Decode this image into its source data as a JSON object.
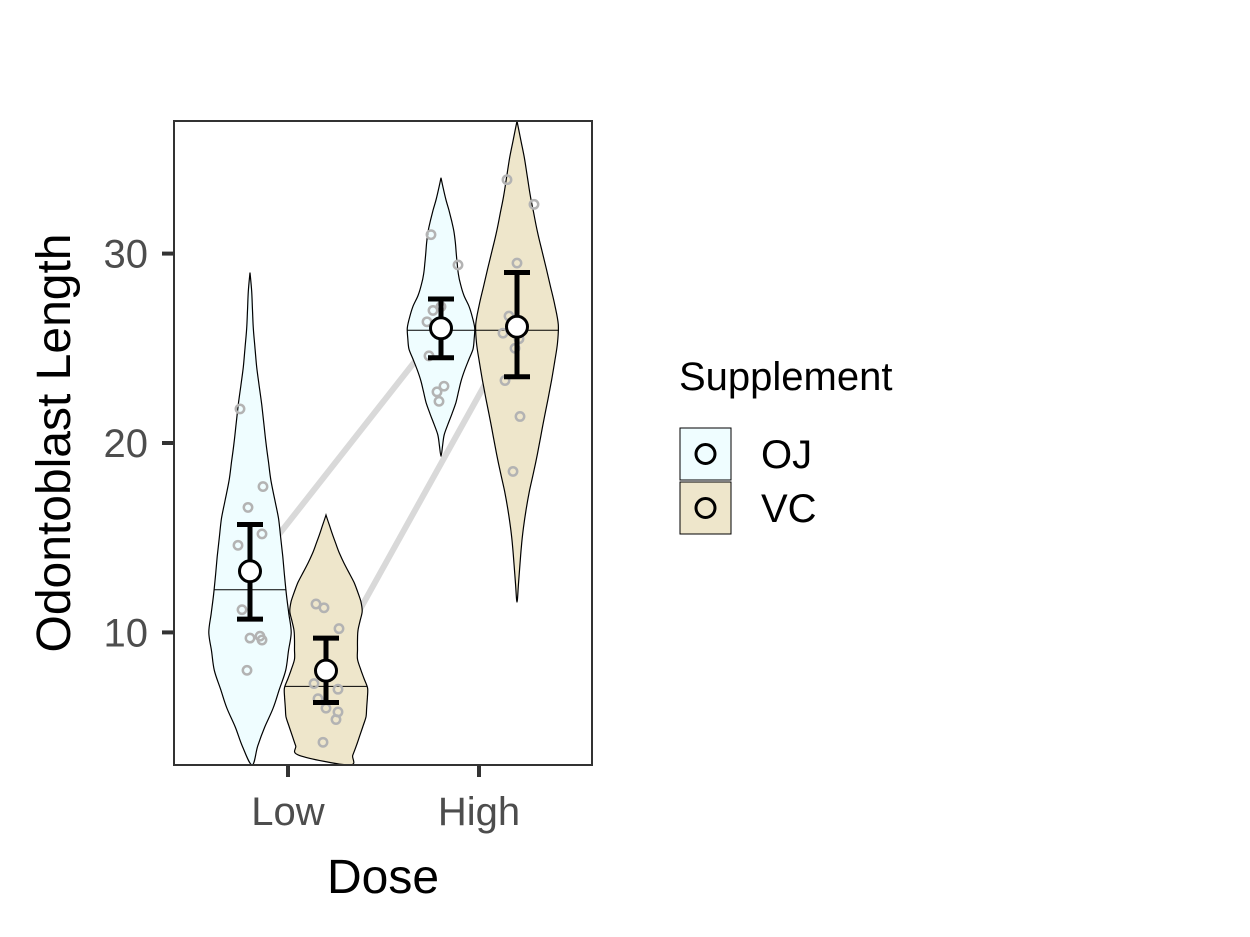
{
  "chart_data": {
    "type": "violin",
    "xlabel": "Dose",
    "ylabel": "Odontoblast Length",
    "categories": [
      "Low",
      "High"
    ],
    "ylim": [
      3,
      37
    ],
    "yticks": [
      10,
      20,
      30
    ],
    "grid": false,
    "legend": {
      "title": "Supplement",
      "position": "right",
      "entries": [
        "OJ",
        "VC"
      ]
    },
    "colors": {
      "OJ": "#effdff",
      "VC": "#eee6cb",
      "points": "#b3b3b3",
      "lines": "#d9d9d9"
    },
    "series": [
      {
        "name": "OJ",
        "mean": [
          13.23,
          26.06
        ],
        "median": [
          12.25,
          25.95
        ],
        "ci": [
          [
            10.7,
            15.7
          ],
          [
            24.5,
            27.6
          ]
        ],
        "range": [
          [
            3,
            29
          ],
          [
            19.3,
            34
          ]
        ],
        "points": [
          [
            21.8,
            16.6,
            17.7,
            14.6,
            15.2,
            11.2,
            9.7,
            9.6,
            9.8,
            8.0
          ],
          [
            31.0,
            29.4,
            27.2,
            27.0,
            26.4,
            25.8,
            24.6,
            23.0,
            22.7,
            22.2
          ]
        ]
      },
      {
        "name": "VC",
        "mean": [
          7.98,
          26.14
        ],
        "median": [
          7.15,
          25.95
        ],
        "ci": [
          [
            6.3,
            9.7
          ],
          [
            23.5,
            29.0
          ]
        ],
        "range": [
          [
            3,
            16.2
          ],
          [
            11.6,
            37
          ]
        ],
        "points": [
          [
            11.5,
            11.3,
            10.2,
            7.3,
            7.0,
            6.5,
            6.0,
            5.8,
            5.4,
            4.2
          ],
          [
            33.9,
            32.6,
            29.5,
            26.7,
            25.8,
            25.5,
            23.3,
            21.4,
            18.5,
            25.0
          ]
        ]
      }
    ]
  }
}
